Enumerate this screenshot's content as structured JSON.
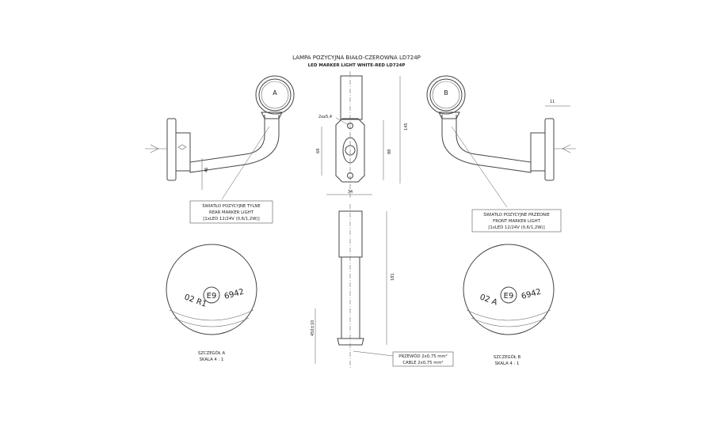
{
  "title": {
    "pl": "LAMPA POZYCYJNA BIAŁO-CZEROWNA LD724P",
    "en": "LED MARKER LIGHT WHITE-RED LD724P"
  },
  "rear_label": {
    "line1": "ŚWIATŁO POZYCYJNE TYLNE",
    "line2": "REAR MARKER LIGHT",
    "line3": "[1xLED 12/24V (0,6/1,2W)]"
  },
  "front_label": {
    "line1": "ŚWIATŁO POZYCYJNE PRZEDNIE",
    "line2": "FRONT MARKER LIGHT",
    "line3": "[1xLED 12/24V (0,6/1,2W)]"
  },
  "cable_label": {
    "line1": "PRZEWÓD 2x0,75 mm²",
    "line2": "CABLE 2x0,75 mm²"
  },
  "detail_a": {
    "line1": "SZCZEGÓŁ A",
    "line2": "SKALA 4 : 1",
    "marks": [
      "02 R1",
      "E9",
      "6942"
    ],
    "letter": "A"
  },
  "detail_b": {
    "line1": "SZCZEGÓŁ B",
    "line2": "SKALA 4 : 1",
    "marks": [
      "02 A",
      "E9",
      "6942"
    ],
    "letter": "B"
  },
  "dimensions": {
    "holes": "2x⌀5,4",
    "d145": "145",
    "d88": "88",
    "d69": "69",
    "d34": "34",
    "d181": "181",
    "d450": "450±10",
    "d46": "46",
    "d11": "11"
  }
}
